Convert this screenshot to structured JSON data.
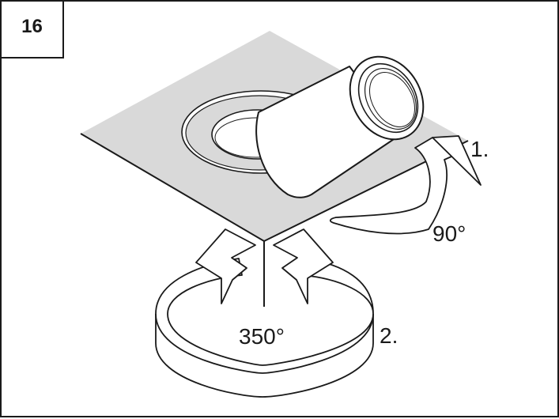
{
  "step_number": "16",
  "labels": {
    "step1": "1.",
    "angle1": "90°",
    "step2": "2.",
    "angle2": "350°"
  },
  "colors": {
    "line": "#1a1a1a",
    "plate_fill": "#d9d9d9",
    "background": "#ffffff"
  },
  "icons": [
    "rotate-up-arrow-icon",
    "rotate-horizontal-arrow-icon"
  ]
}
